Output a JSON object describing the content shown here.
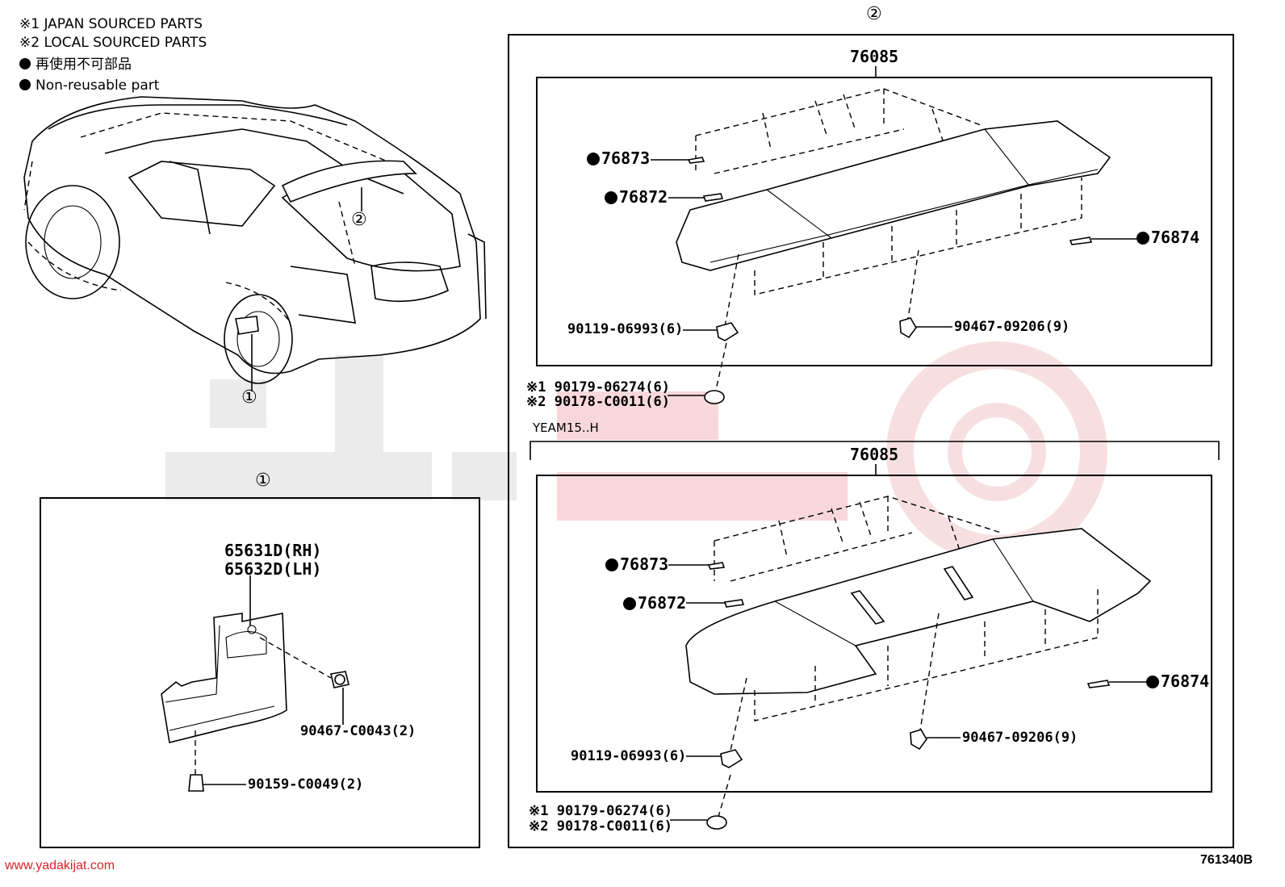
{
  "legend": {
    "japan_sourced": "※1 JAPAN SOURCED PARTS",
    "local_sourced": "※2 LOCAL SOURCED PARTS",
    "non_reusable_jp": "再使用不可部品",
    "non_reusable_en": "Non-reusable part"
  },
  "markers": {
    "one": "①",
    "two": "②"
  },
  "mudguard": {
    "part_rh": "65631D(RH)",
    "part_lh": "65632D(LH)",
    "clip": "90467-C0043(2)",
    "screw": "90159-C0049(2)"
  },
  "spoiler_upper": {
    "assembly": "76085",
    "pad_a": "76873",
    "pad_b": "76872",
    "pad_c": "76874",
    "nut": "90119-06993(6)",
    "clip": "90467-09206(9)",
    "grommet_jp": "※1 90179-06274(6)",
    "grommet_local": "※2 90178-C0011(6)"
  },
  "spoiler_lower": {
    "variant": "YEAM15..H",
    "assembly": "76085",
    "pad_a": "76873",
    "pad_b": "76872",
    "pad_c": "76874",
    "nut": "90119-06993(6)",
    "clip": "90467-09206(9)",
    "grommet_jp": "※1 90179-06274(6)",
    "grommet_local": "※2 90178-C0011(6)"
  },
  "footer": {
    "website": "www.yadakijat.com",
    "diagram_code": "761340B"
  }
}
